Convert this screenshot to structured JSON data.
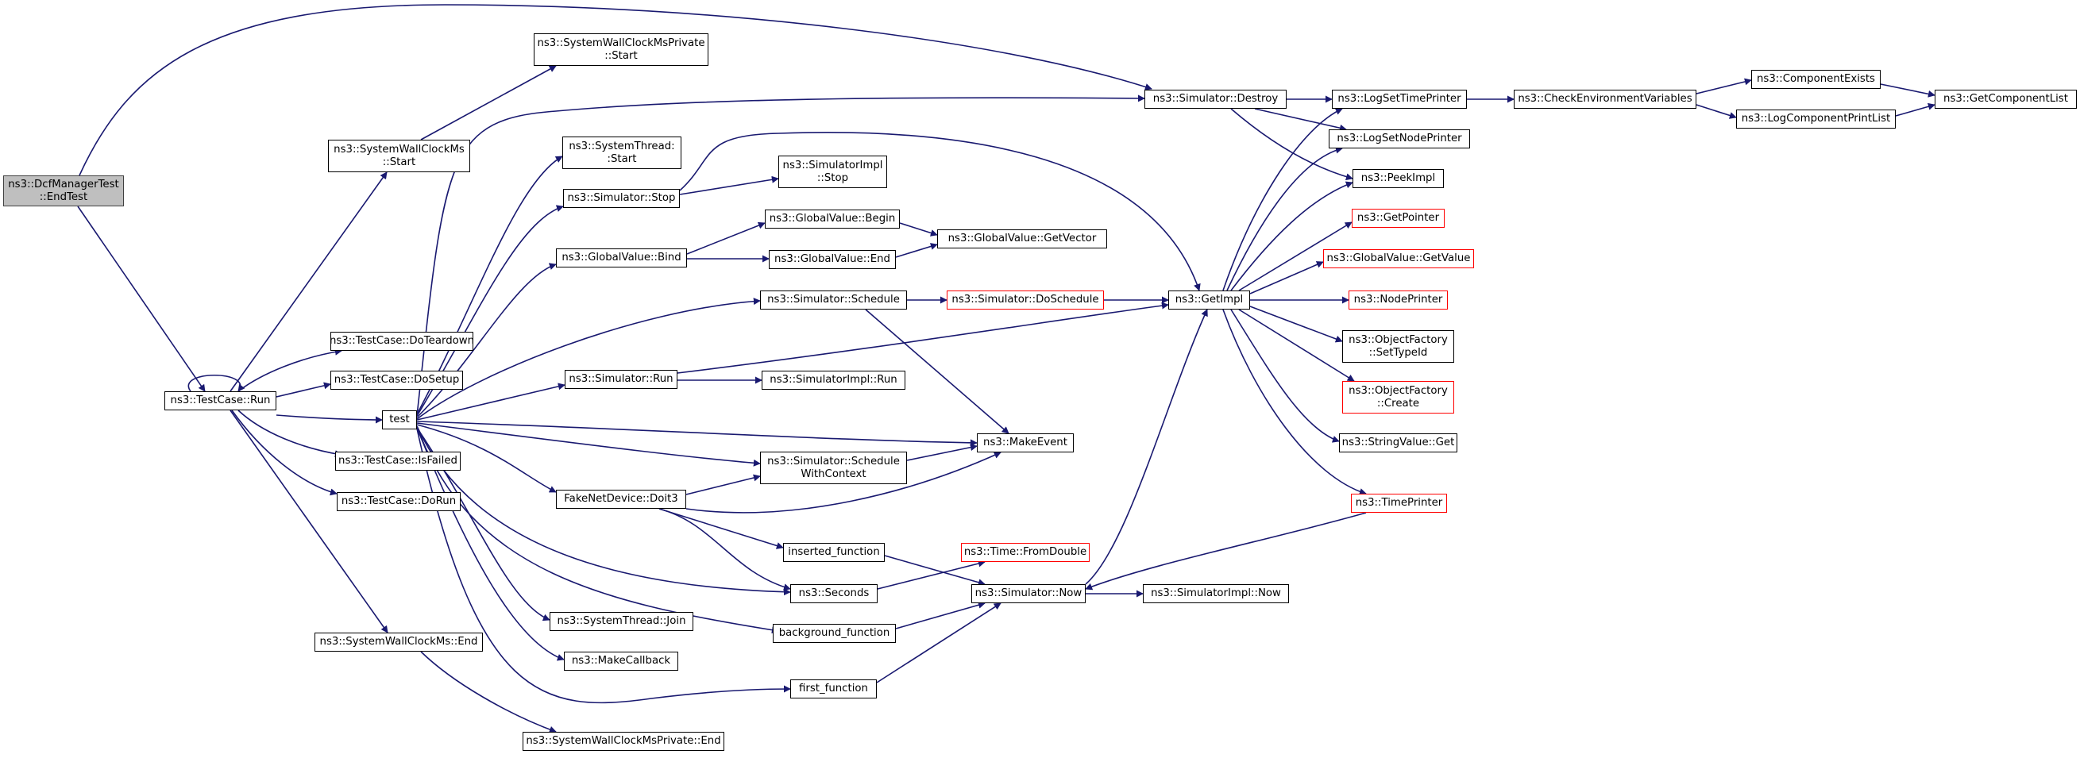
{
  "colors": {
    "edge": "#191970",
    "node_border": "#000000",
    "root_fill": "#bfbfbf",
    "truncated_border": "#ff0000"
  },
  "nodes": {
    "root": "ns3::DcfManagerTest\n::EndTest",
    "wallclock_private_start": "ns3::SystemWallClockMsPrivate\n::Start",
    "wallclock_start": "ns3::SystemWallClockMs\n::Start",
    "testcase_run": "ns3::TestCase::Run",
    "testcase_doteardown": "ns3::TestCase::DoTeardown",
    "testcase_dosetup": "ns3::TestCase::DoSetup",
    "testcase_isfailed": "ns3::TestCase::IsFailed",
    "testcase_dorun": "ns3::TestCase::DoRun",
    "wallclock_end": "ns3::SystemWallClockMs::End",
    "wallclock_private_end": "ns3::SystemWallClockMsPrivate::End",
    "test": "test",
    "systemthread_start": "ns3::SystemThread:\n:Start",
    "simulator_stop": "ns3::Simulator::Stop",
    "globalvalue_bind": "ns3::GlobalValue::Bind",
    "simulator_run": "ns3::Simulator::Run",
    "fakenetdevice_doit3": "FakeNetDevice::Doit3",
    "systemthread_join": "ns3::SystemThread::Join",
    "makecallback": "ns3::MakeCallback",
    "simulatorimpl_stop": "ns3::SimulatorImpl\n::Stop",
    "globalvalue_begin": "ns3::GlobalValue::Begin",
    "globalvalue_end": "ns3::GlobalValue::End",
    "globalvalue_getvector": "ns3::GlobalValue::GetVector",
    "simulator_schedule": "ns3::Simulator::Schedule",
    "simulatorimpl_run": "ns3::SimulatorImpl::Run",
    "simulator_schedulewithcontext": "ns3::Simulator::Schedule\nWithContext",
    "inserted_function": "inserted_function",
    "seconds": "ns3::Seconds",
    "background_function": "background_function",
    "first_function": "first_function",
    "makeevent": "ns3::MakeEvent",
    "simulator_doschedule": "ns3::Simulator::DoSchedule",
    "time_fromdouble": "ns3::Time::FromDouble",
    "simulator_now": "ns3::Simulator::Now",
    "simulator_destroy": "ns3::Simulator::Destroy",
    "getimpl": "ns3::GetImpl",
    "simulatorimpl_now": "ns3::SimulatorImpl::Now",
    "logsettimeprinter": "ns3::LogSetTimePrinter",
    "logsetnodeprinter": "ns3::LogSetNodePrinter",
    "peekimpl": "ns3::PeekImpl",
    "getpointer": "ns3::GetPointer",
    "globalvalue_getvalue": "ns3::GlobalValue::GetValue",
    "nodeprinter": "ns3::NodePrinter",
    "objectfactory_settypeid": "ns3::ObjectFactory\n::SetTypeId",
    "objectfactory_create": "ns3::ObjectFactory\n::Create",
    "stringvalue_get": "ns3::StringValue::Get",
    "timeprinter": "ns3::TimePrinter",
    "checkenvironmentvariables": "ns3::CheckEnvironmentVariables",
    "componentexists": "ns3::ComponentExists",
    "logcomponentprintlist": "ns3::LogComponentPrintList",
    "getcomponentlist": "ns3::GetComponentList"
  }
}
